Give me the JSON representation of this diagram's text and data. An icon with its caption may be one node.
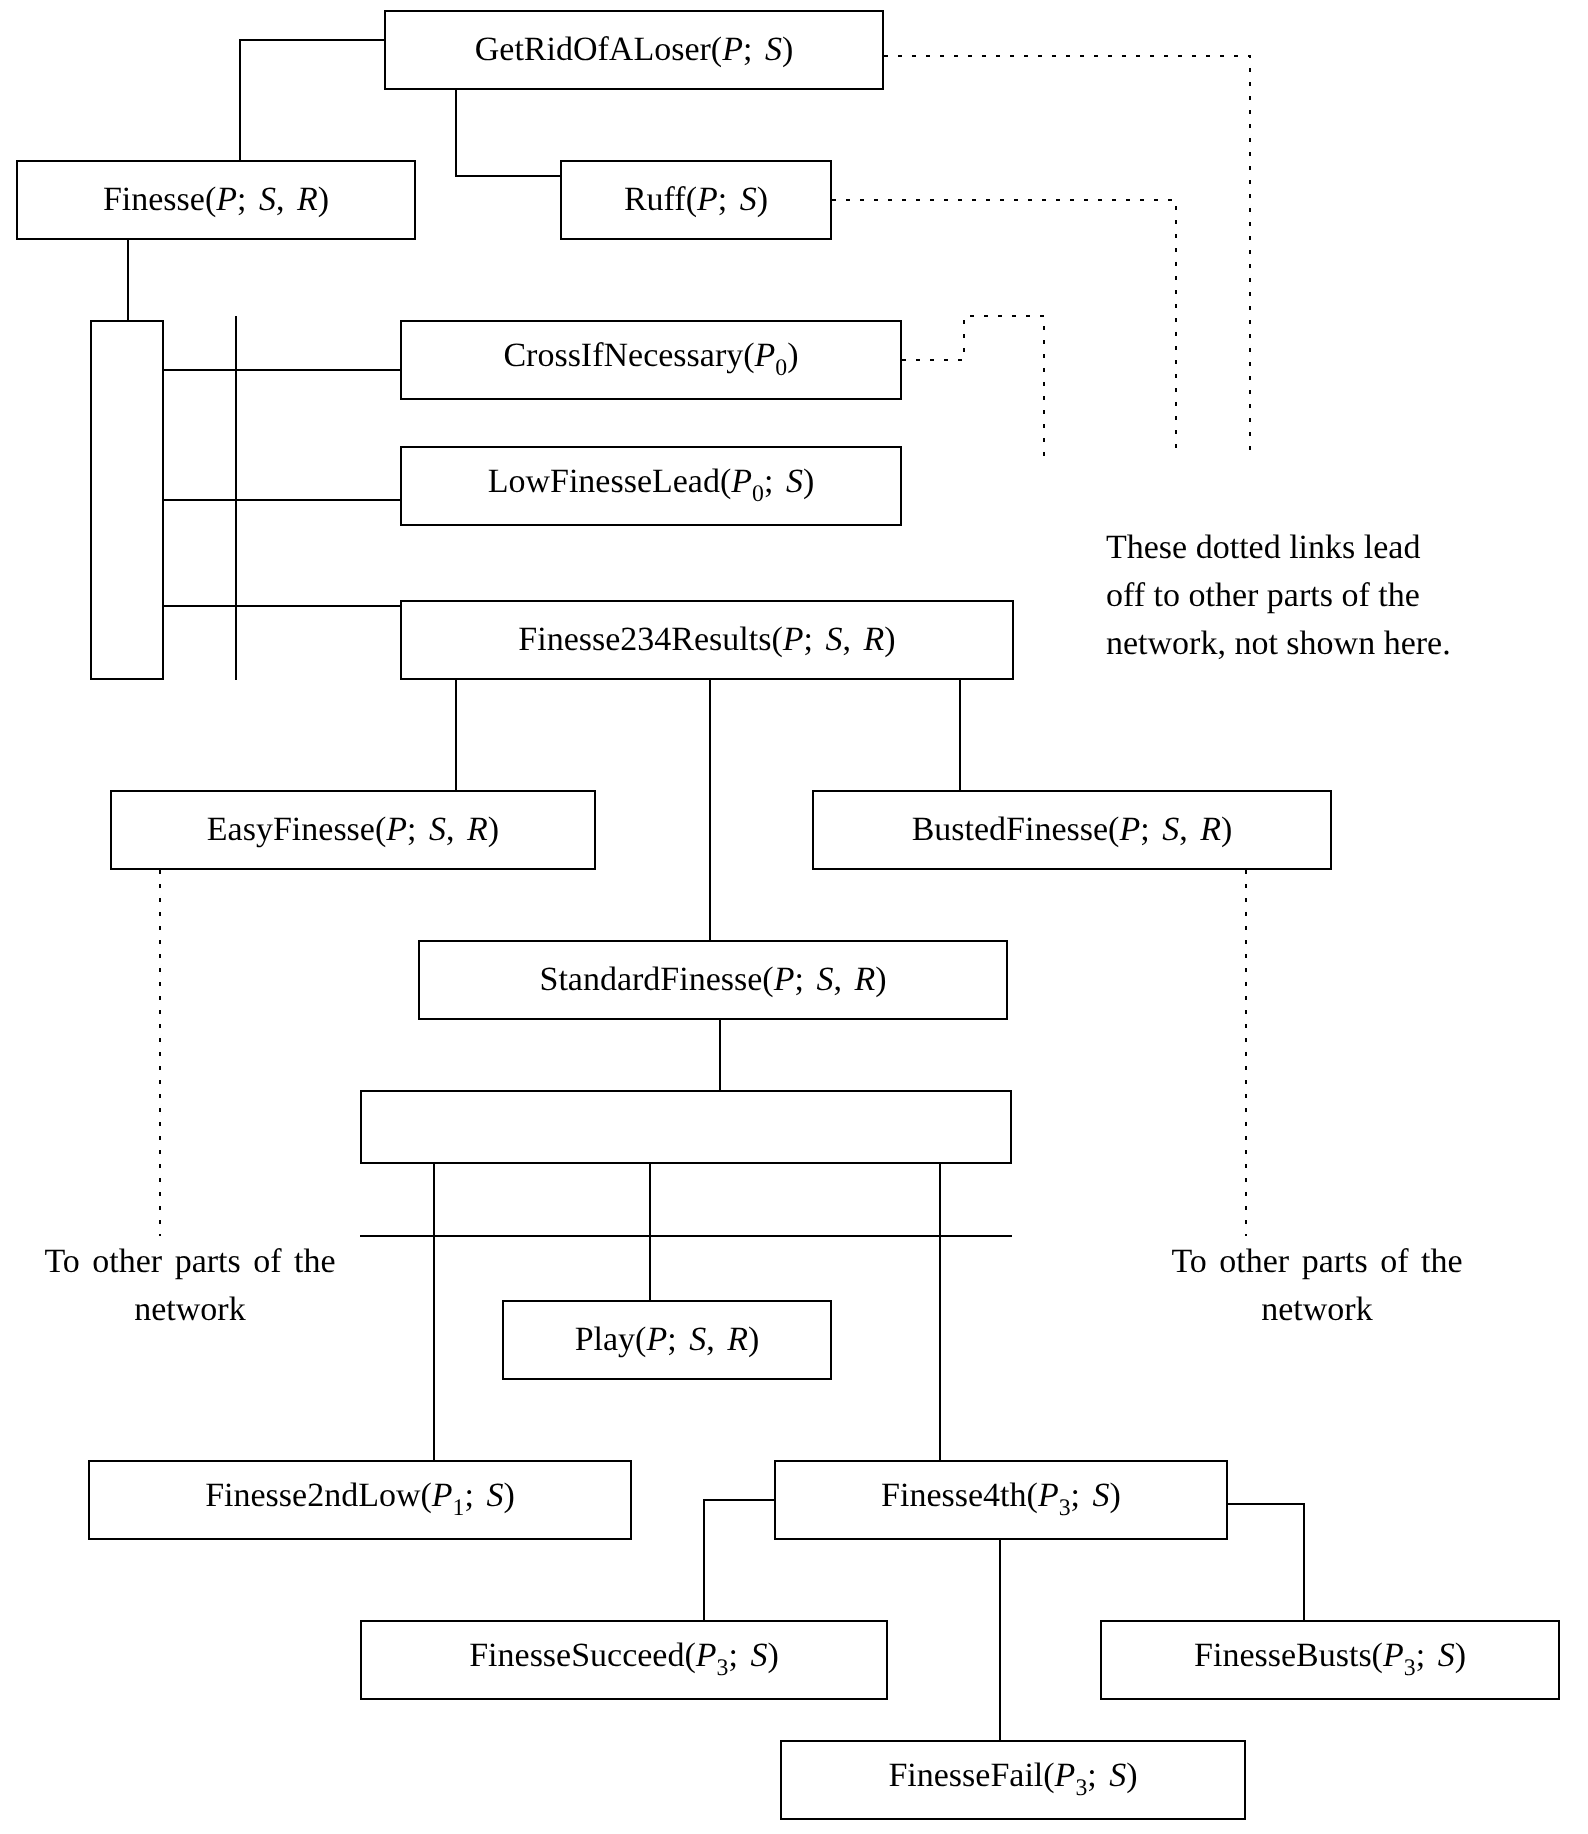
{
  "diagram": {
    "nodes": [
      {
        "text": [
          "GetRidOfALoser(*P*; *S*)"
        ]
      },
      {
        "text": [
          "Finesse(*P*; *S*, *R*)"
        ]
      },
      {
        "text": [
          "Ruff(*P*; *S*)"
        ]
      },
      {
        "text": [],
        "shape": "box"
      },
      {
        "text": [
          "CrossIfNecessary(*P*$_{0}$)"
        ]
      },
      {
        "text": [
          "LowFinesseLead(*P*$_{0}$; *S*)"
        ]
      },
      {
        "text": [
          "Finesse234Results(*P*; *S*, *R*)"
        ]
      },
      {
        "text": [
          "EasyFinesse(*P*; *S*, *R*)"
        ]
      },
      {
        "text": [
          "BustedFinesse(*P*; *S*, *R*)"
        ]
      },
      {
        "text": [
          "StandardFinesse(*P*; *S*, *R*)"
        ]
      },
      {
        "text": [],
        "shape": "box"
      },
      {
        "text": [
          "To other parts of the network"
        ]
      },
      {
        "text": [
          "To other parts of the network"
        ]
      },
      {
        "text": [
          "Play(*P*; *S*, *R*)"
        ]
      },
      {
        "text": [
          "Finesse2ndLow(*P*$_{1}$; *S*)"
        ]
      },
      {
        "text": [
          "Finesse4th(*P*$_{3}$; *S*)"
        ]
      },
      {
        "text": [
          "FinesseSucceed(*P*$_{3}$; *S*)"
        ]
      },
      {
        "text": [
          "FinesseBusts(*P*$_{3}$; *S*)"
        ]
      },
      {
        "text": [
          "FinesseFail(*P*$_{3}$; *S*)"
        ]
      }
    ],
    "edges": [
      {
        "from": 0,
        "to": 1,
        "arrow": "none"
      },
      {
        "from": 0,
        "to": 2,
        "arrow": "none"
      },
      {
        "from": 0,
        "to": null,
        "arrow": "none",
        "style": "dashed"
      },
      {
        "from": 2,
        "to": null,
        "arrow": "none",
        "style": "dashed"
      },
      {
        "from": 1,
        "to": 3,
        "arrow": "none"
      },
      {
        "from": 3,
        "to": 4,
        "arrow": "none"
      },
      {
        "from": 3,
        "to": 5,
        "arrow": "none"
      },
      {
        "from": 3,
        "to": 6,
        "arrow": "none"
      },
      {
        "from": 4,
        "to": null,
        "arrow": "none",
        "style": "dashed"
      },
      {
        "from": 6,
        "to": 7,
        "arrow": "none"
      },
      {
        "from": 6,
        "to": 9,
        "arrow": "none"
      },
      {
        "from": 6,
        "to": 8,
        "arrow": "none"
      },
      {
        "from": 7,
        "to": 11,
        "arrow": "none",
        "style": "dashed"
      },
      {
        "from": 8,
        "to": 12,
        "arrow": "none",
        "style": "dashed"
      },
      {
        "from": 9,
        "to": 10,
        "arrow": "none"
      },
      {
        "from": 10,
        "to": 14,
        "arrow": "none"
      },
      {
        "from": 10,
        "to": 13,
        "arrow": "none"
      },
      {
        "from": 10,
        "to": 15,
        "arrow": "none"
      },
      {
        "from": 15,
        "to": 16,
        "arrow": "none"
      },
      {
        "from": 15,
        "to": 18,
        "arrow": "none"
      },
      {
        "from": 15,
        "to": 17,
        "arrow": "none"
      }
    ],
    "labels": [
      "These dotted links lead off to other parts of the network, not shown here."
    ]
  }
}
